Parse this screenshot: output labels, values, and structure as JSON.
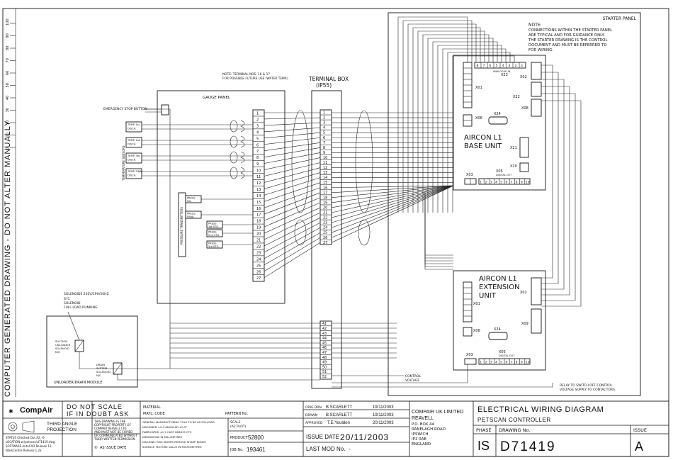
{
  "notes": {
    "starter_panel": "STARTER PANEL",
    "note_title": "NOTE:",
    "note_lines": [
      "CONNECTIONS WITHIN THE STARTER PANEL",
      "ARE TYPICAL AND FOR GUIDANCE ONLY.",
      "THE STARTER DRAWING IS THE CONTROL",
      "DOCUMENT AND MUST BE REFERRED TO",
      "FOR WIRING."
    ],
    "terminal_note": [
      "NOTE: TERMINAL NOS. 16 & 17",
      "FOR POSSIBLE FUTURE USE (WATER TEMP.)"
    ],
    "side_text": "COMPUTER GENERATED DRAWING - DO NOT ALTER MANUALLY"
  },
  "ruler": [
    "0",
    "10",
    "20",
    "30",
    "40",
    "50",
    "60",
    "70",
    "80",
    "90",
    "100"
  ],
  "gauge_panel": {
    "title": "GAUGE PANEL",
    "emergency_stop": "EMERGENCY STOP BUTTON",
    "temp_sensors_label": "TEMPERATURE SENSORS",
    "press_transmitters_label": "PRESSURE TRANSMITTERS",
    "temp_sensors": [
      "TEMP. 1st DISCH.",
      "TEMP. 2nd DISCH.",
      "TEMP. 3rd DISCH.",
      "TEMP. FINAL DISCH."
    ],
    "press_sensors": [
      "PRESS. INL.",
      "PRESS. FINAL",
      "PRESS. 1st STG.",
      "PRESS. 2nd STG.",
      "PRESS. 3rd STG."
    ],
    "terminals": [
      "1",
      "2",
      "3",
      "4",
      "5",
      "6",
      "7",
      "8",
      "9",
      "10",
      "11",
      "12",
      "13",
      "14",
      "15",
      "16",
      "17",
      "18",
      "19",
      "20",
      "21",
      "22",
      "23",
      "24",
      "25",
      "26",
      "27"
    ]
  },
  "terminal_box": {
    "title": "TERMINAL BOX",
    "subtitle": "(IP55)",
    "terminals": [
      "1",
      "2",
      "3",
      "4",
      "5",
      "6",
      "7",
      "8",
      "9",
      "10",
      "11",
      "12",
      "13",
      "14",
      "15",
      "16",
      "17",
      "18",
      "19",
      "20",
      "21",
      "22",
      "23",
      "24",
      "25",
      "26",
      "27"
    ],
    "lower_terminals": [
      "41",
      "42",
      "43",
      "44",
      "45",
      "46",
      "47",
      "48",
      "49",
      "50",
      "51",
      "52"
    ]
  },
  "base_unit": {
    "title": "AIRCON L1",
    "subtitle": "BASE UNIT",
    "x23_terminals": [
      "8",
      "7",
      "6",
      "5",
      "4",
      "3",
      "2",
      "1"
    ],
    "x23_label": "X23",
    "x23_sub": "ANALOGUE IN",
    "labels": [
      "X01",
      "X06",
      "X24",
      "X21",
      "X20",
      "X03",
      "X05",
      "X02",
      "X22",
      "X08"
    ],
    "x05_sub": "DIGITAL OUT",
    "x05_terminals": [
      "1",
      "2",
      "3",
      "4",
      "5",
      "6",
      "7",
      "8",
      "9",
      "10"
    ],
    "x03_terminals": [
      "1",
      "2"
    ]
  },
  "extension_unit": {
    "title": "AIRCON L1",
    "subtitle": "EXTENSION",
    "subtitle2": "UNIT",
    "labels": [
      "X01",
      "X08",
      "X24",
      "X03",
      "X05",
      "X02",
      "X09"
    ],
    "x05_sub": "DIGITAL OUT",
    "x05_terminals": [
      "1",
      "2",
      "3",
      "4",
      "5",
      "6",
      "7",
      "8",
      "9",
      "10"
    ]
  },
  "solenoids": {
    "heading": "SOLENOIDS 230V/1PH/50HZ",
    "sy1": "SY1",
    "solenoid": "SOLENOID",
    "full_load": "FULL LOAD RUNNING",
    "suction": [
      "SUCTION",
      "UNLOADER",
      "SOLENOID",
      "N/O"
    ],
    "drain": [
      "DRAIN",
      "SYSTEM",
      "SOLENOID",
      "N/C"
    ],
    "module": "UNLOADER/DRAIN MODULE"
  },
  "signals": {
    "control_voltage": [
      "CONTROL",
      "VOLTAGE"
    ],
    "relay_note": [
      "RELAY TO SWITCH OFF CONTROL",
      "VOLTAGE SUPPLY TO CONTACTORS."
    ]
  },
  "title_block": {
    "company": "CompAir",
    "do_not_scale": "DO NOT SCALE",
    "if_in_doubt": "IF IN DOUBT ASK",
    "third_angle": "THIRD ANGLE",
    "projection": "PROJECTION",
    "property_text": [
      "THIS DRAWING IS THE",
      "COPYRIGHT PROPERTY OF",
      "COMPAIR REAVELL LTD.",
      "AND MUST NOT BE COPIED",
      "OR COMMUNICATED WITHOUT",
      "THEIR WRITTEN PERMISSION"
    ],
    "as_issue_date": "AS ISSUE DATE",
    "cad_info": [
      "STATUS  Checked Out   A2_-0",
      "LOCATION  w:\\petscan\\d71419.dwg",
      "SOFTWARE  AutoCAD Release 13",
      "WorkCentre Release 1.2a"
    ],
    "material": "MATERIAL",
    "matl_code": "MATL. CODE",
    "pattern_no": "PATTERN No.",
    "tolerances": [
      "GENERAL MANUFACTURING TOLS TO BE AS FOLLOWS",
      "MACHINED    ±0.3    ANGULAR    ±0.5°",
      "FABRICATED   ±1.5    CAST    BS6615 CT9",
      "DIMENSIONS IN MILLIMETRES",
      "MACHINE: REM. BURRS      REMOVE SHARP EDGES",
      "SURFACE TEXTURE VALUE IN MICROMETRES"
    ],
    "scale_label": "SCALE",
    "scale_value": "(A2 PLOT)",
    "product_label": "PRODUCT",
    "product_value": "52800",
    "job_label": "JOB No.",
    "job_value": "193461",
    "orig_drn_label": "ORIG DRN",
    "orig_drn": "B.SCARLETT",
    "orig_date": "19/11/2003",
    "drawn_label": "DRAWN",
    "drawn": "B.SCARLETT",
    "drawn_date": "19/11/2003",
    "approved_label": "APPROVED",
    "approved": "T.E.Youldon",
    "approved_date": "20/11/2003",
    "issue_date_label": "ISSUE DATE",
    "issue_date": "20/11/2003",
    "last_mod_label": "LAST MOD No.",
    "last_mod": "-",
    "address": [
      "COMPAIR UK LIMITED",
      "REAVELL",
      "P.O. BOX 44",
      "RANELAGH ROAD",
      "IPSWICH",
      "IP2 0AE",
      "ENGLAND"
    ],
    "title": "ELECTRICAL WIRING DIAGRAM",
    "subtitle": "PETSCAN CONTROLLER",
    "phase_label": "PHASE",
    "phase": "IS",
    "drawing_no_label": "DRAWING No.",
    "drawing_no": "D71419",
    "issue_label": "ISSUE",
    "issue": "A"
  }
}
